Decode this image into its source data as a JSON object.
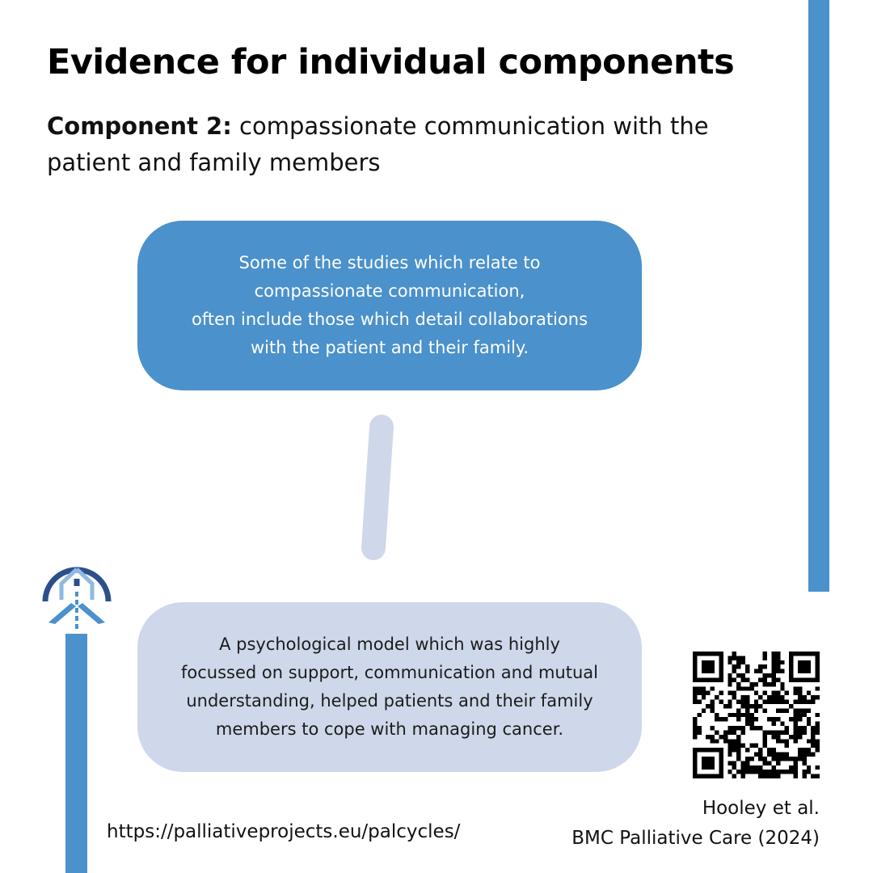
{
  "title": "Evidence for individual components",
  "component": {
    "label": "Component 2:",
    "text": "compassionate communication with the patient and family members"
  },
  "boxes": {
    "top": "Some of the studies which relate to\ncompassionate communication,\noften include those which detail collaborations\nwith the patient and their family.",
    "bottom": "A psychological model which was highly\nfocussed on support, communication and mutual\nunderstanding, helped patients and their family\nmembers to cope with managing cancer."
  },
  "citation": {
    "authors": "Hooley et al.",
    "journal": "BMC Palliative Care (2024)"
  },
  "url": "https://palliativeprojects.eu/palcycles/",
  "icons": {
    "logo": "palcycles-logo-icon",
    "qr": "qr-code-icon"
  },
  "colors": {
    "accent_blue": "#4b91cb",
    "pale_blue": "#cfd8ea",
    "logo_navy": "#2c4f8c"
  }
}
